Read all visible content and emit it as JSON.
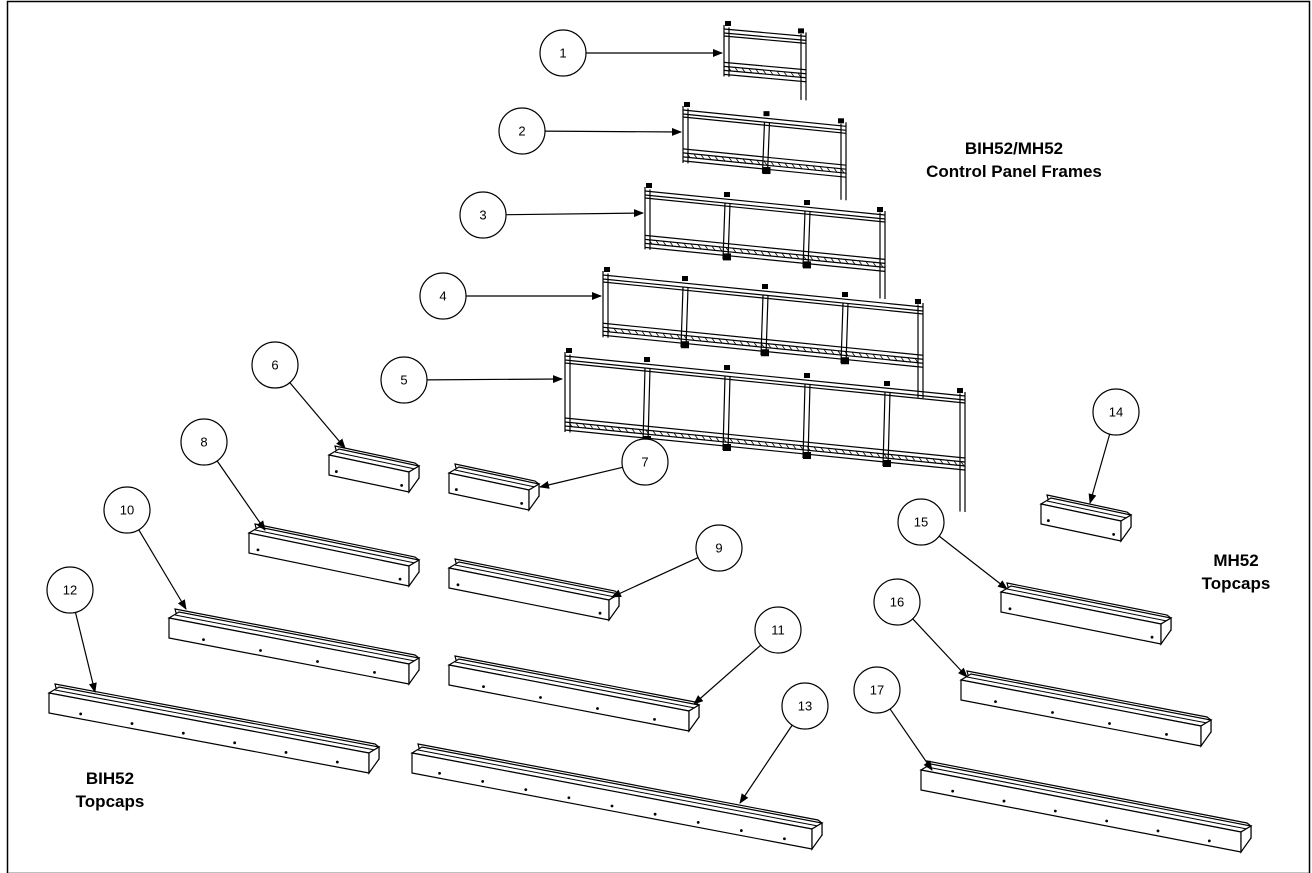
{
  "labels": {
    "frames_line1": "BIH52/MH52",
    "frames_line2": "Control Panel Frames",
    "mh_line1": "MH52",
    "mh_line2": "Topcaps",
    "bih_line1": "BIH52",
    "bih_line2": "Topcaps"
  },
  "callouts": [
    "1",
    "2",
    "3",
    "4",
    "5",
    "6",
    "7",
    "8",
    "9",
    "10",
    "11",
    "12",
    "13",
    "14",
    "15",
    "16",
    "17"
  ]
}
